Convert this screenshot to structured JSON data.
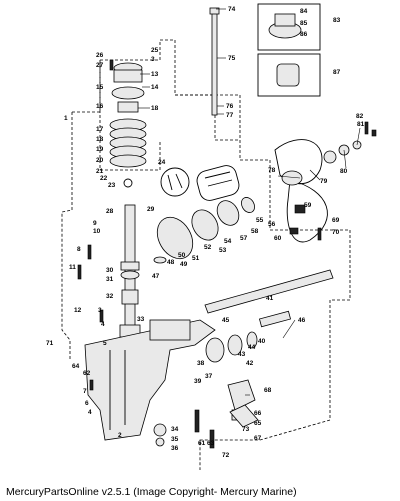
{
  "diagram": {
    "callouts": [
      "1",
      "2",
      "3",
      "4",
      "5",
      "6",
      "7",
      "8",
      "9",
      "10",
      "11",
      "12",
      "13",
      "14",
      "15",
      "16",
      "17",
      "18",
      "19",
      "20",
      "21",
      "22",
      "23",
      "24",
      "25",
      "26",
      "27",
      "28",
      "29",
      "30",
      "31",
      "32",
      "33",
      "34",
      "35",
      "36",
      "37",
      "38",
      "39",
      "40",
      "41",
      "42",
      "43",
      "44",
      "45",
      "46",
      "47",
      "48",
      "49",
      "50",
      "51",
      "52",
      "53",
      "54",
      "55",
      "56",
      "57",
      "58",
      "59",
      "60",
      "61",
      "62",
      "63",
      "64",
      "65",
      "66",
      "67",
      "68",
      "69",
      "70",
      "71",
      "72",
      "73",
      "74",
      "75",
      "76",
      "77",
      "78",
      "79",
      "80",
      "81",
      "82",
      "83",
      "84",
      "85",
      "86",
      "87"
    ]
  },
  "footer": {
    "caption": "MercuryPartsOnline v2.5.1 (Image Copyright- Mercury Marine)"
  }
}
